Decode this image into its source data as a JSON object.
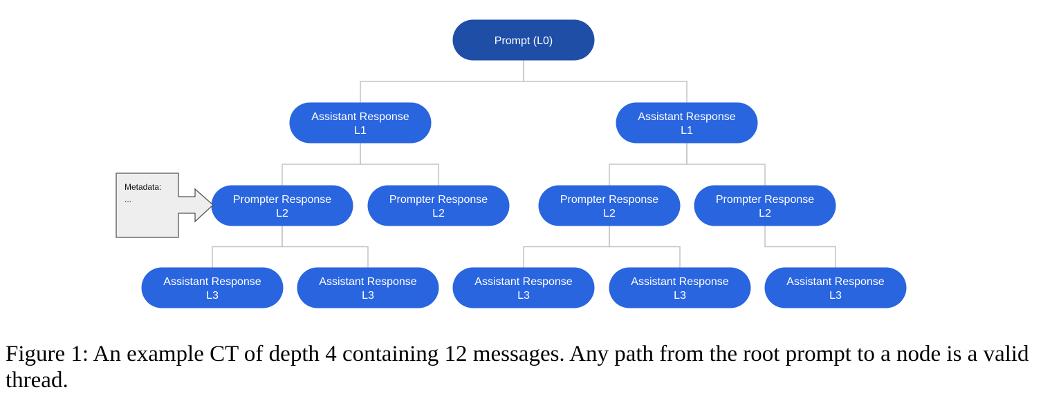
{
  "diagram": {
    "nodes": [
      {
        "id": "root",
        "line1": "Prompt (L0)",
        "line2": ""
      },
      {
        "id": "a1",
        "line1": "Assistant Response",
        "line2": "L1"
      },
      {
        "id": "a2",
        "line1": "Assistant Response",
        "line2": "L1"
      },
      {
        "id": "p1",
        "line1": "Prompter Response",
        "line2": "L2"
      },
      {
        "id": "p2",
        "line1": "Prompter Response",
        "line2": "L2"
      },
      {
        "id": "p3",
        "line1": "Prompter Response",
        "line2": "L2"
      },
      {
        "id": "p4",
        "line1": "Prompter Response",
        "line2": "L2"
      },
      {
        "id": "l1",
        "line1": "Assistant Response",
        "line2": "L3"
      },
      {
        "id": "l2",
        "line1": "Assistant Response",
        "line2": "L3"
      },
      {
        "id": "l3",
        "line1": "Assistant Response",
        "line2": "L3"
      },
      {
        "id": "l4",
        "line1": "Assistant Response",
        "line2": "L3"
      },
      {
        "id": "l5",
        "line1": "Assistant Response",
        "line2": "L3"
      }
    ],
    "edges": [
      [
        "root",
        "a1"
      ],
      [
        "root",
        "a2"
      ],
      [
        "a1",
        "p1"
      ],
      [
        "a1",
        "p2"
      ],
      [
        "a2",
        "p3"
      ],
      [
        "a2",
        "p4"
      ],
      [
        "p1",
        "l1"
      ],
      [
        "p1",
        "l2"
      ],
      [
        "p3",
        "l3"
      ],
      [
        "p3",
        "l4"
      ],
      [
        "p4",
        "l5"
      ]
    ],
    "metadata": {
      "title": "Metadata:",
      "body": "..."
    }
  },
  "caption": "Figure 1: An example CT of depth 4 containing 12 messages. Any path from the root prompt to a node is a valid thread."
}
